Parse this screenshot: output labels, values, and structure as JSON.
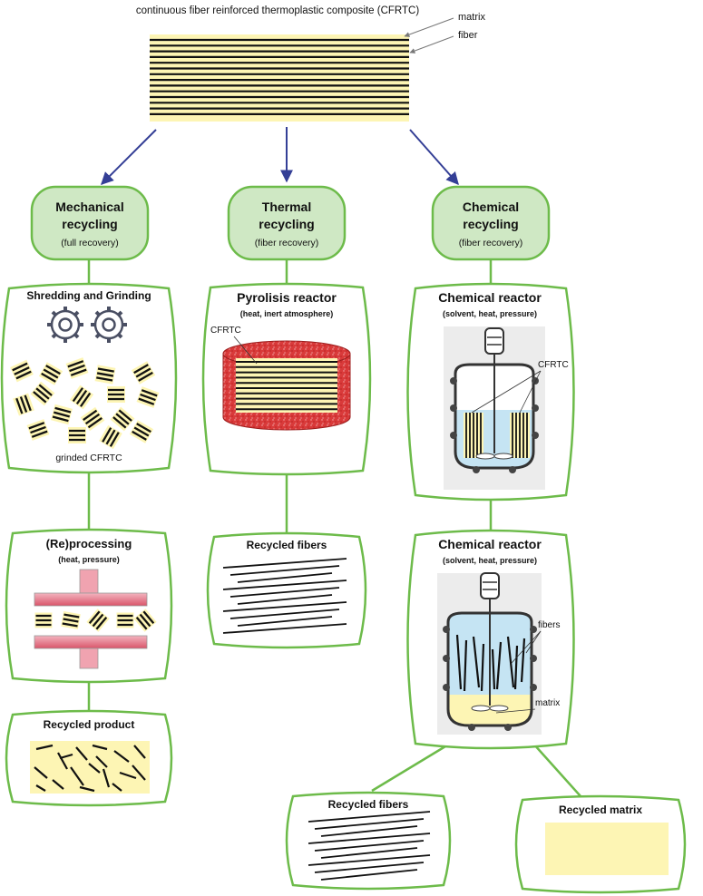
{
  "title": "continuous fiber reinforced thermoplastic composite (CFRTC)",
  "composite": {
    "matrix_label": "matrix",
    "fiber_label": "fiber"
  },
  "colors": {
    "green_fill": "#cfe8c4",
    "green_stroke": "#6dbb4a",
    "matrix_yellow": "#fdf5b4",
    "arrow_blue": "#343f96",
    "heat_red": "#d62b2b",
    "plate_pink": "#e8768a",
    "solvent_blue": "#c5e4f3"
  },
  "categories": [
    {
      "title_line1": "Mechanical",
      "title_line2": "recycling",
      "note": "(full recovery)"
    },
    {
      "title_line1": "Thermal",
      "title_line2": "recycling",
      "note": "(fiber recovery)"
    },
    {
      "title_line1": "Chemical",
      "title_line2": "recycling",
      "note": "(fiber recovery)"
    }
  ],
  "mechanical": {
    "shredding": {
      "title": "Shredding and Grinding",
      "caption": "grinded CFRTC",
      "icon": "gear-icon"
    },
    "processing": {
      "title": "(Re)processing",
      "note": "(heat, pressure)"
    },
    "product": {
      "title": "Recycled product"
    }
  },
  "thermal": {
    "reactor": {
      "title": "Pyrolisis reactor",
      "note": "(heat, inert atmosphere)",
      "label": "CFRTC"
    },
    "result": {
      "title": "Recycled fibers"
    }
  },
  "chemical": {
    "reactor1": {
      "title": "Chemical reactor",
      "note": "(solvent, heat, pressure)",
      "label": "CFRTC"
    },
    "reactor2": {
      "title": "Chemical reactor",
      "note": "(solvent, heat, pressure)",
      "fibers_label": "fibers",
      "matrix_label": "matrix"
    },
    "fibers_out": {
      "title": "Recycled fibers"
    },
    "matrix_out": {
      "title": "Recycled matrix"
    }
  }
}
